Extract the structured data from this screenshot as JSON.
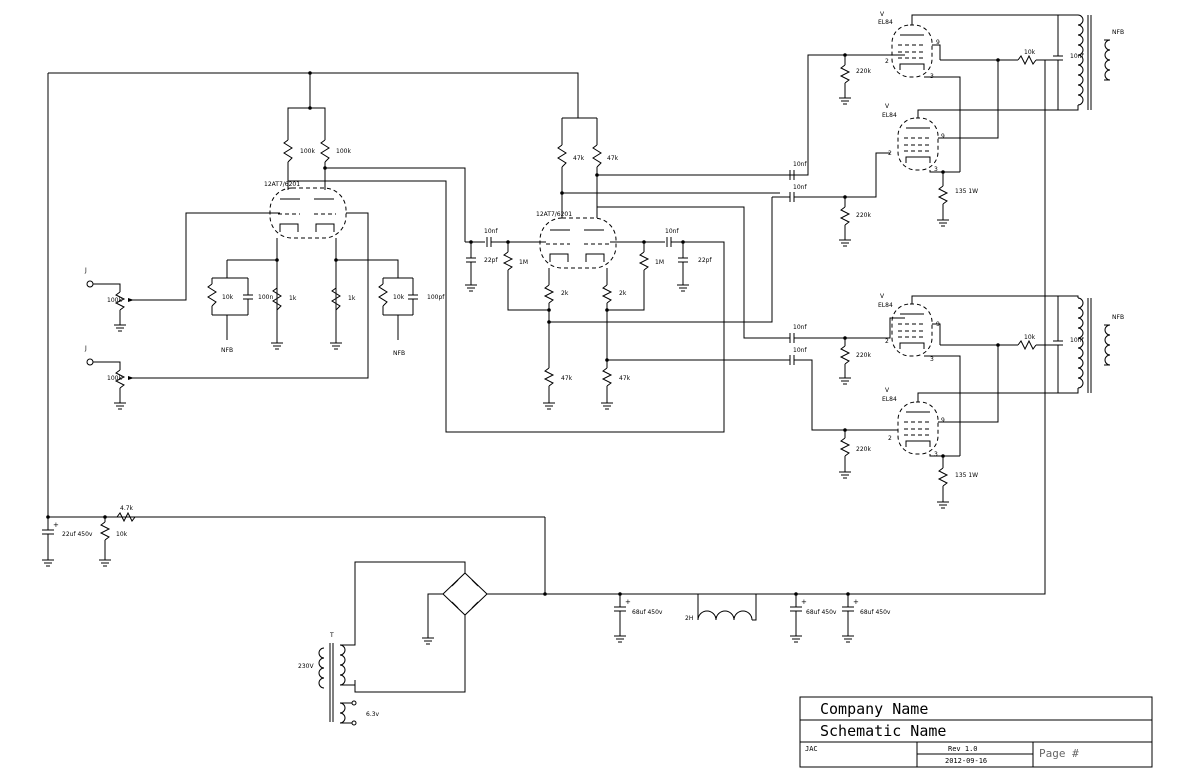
{
  "title_block": {
    "company": "Company Name",
    "schematic": "Schematic Name",
    "author": "JAC",
    "rev": "Rev 1.0",
    "date": "2012-09-16",
    "page": "Page #"
  },
  "tubes": {
    "input": "12AT7/6201",
    "phase": "12AT7/6201",
    "out_v": "V",
    "out_type": "EL84",
    "pin9": "9",
    "pin2": "2",
    "pin3": "3"
  },
  "labels": {
    "jack": "J",
    "nfb": "NFB",
    "r100k": "100k",
    "r47k": "47k",
    "r10k": "10k",
    "r1k": "1k",
    "r1M": "1M",
    "r2k": "2k",
    "r220k": "220k",
    "r135": "135 1W",
    "r4k7": "4.7k",
    "c10nf": "10nf",
    "c22pf": "22pf",
    "c22pf2": "22pf",
    "c100pf": "100pf",
    "c100n": "100n",
    "c10nf_a": "10nf",
    "c22uf": "22uf 450v",
    "c68uf": "68uf 450v",
    "choke": "2H",
    "xfmr": "T",
    "v230": "230V",
    "v63": "6.3v",
    "plus": "+",
    "pot": "100k"
  }
}
